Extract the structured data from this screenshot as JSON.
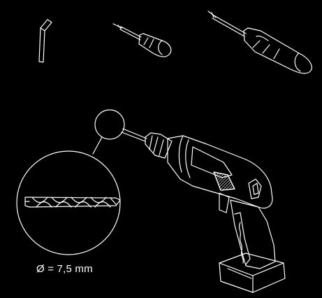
{
  "colors": {
    "background": "#000000",
    "line": "#ffffff",
    "hatch": "#ffffff"
  },
  "tools": [
    {
      "id": "allen-key",
      "icon": "allen-key-icon"
    },
    {
      "id": "small-phillips-screwdriver",
      "icon": "small-screwdriver-icon"
    },
    {
      "id": "large-phillips-screwdriver",
      "icon": "large-screwdriver-icon"
    },
    {
      "id": "cordless-drill",
      "icon": "drill-icon"
    },
    {
      "id": "drill-bit",
      "icon": "drill-bit-icon"
    }
  ],
  "drill_bit": {
    "size_label": "Ø = 7,5 mm"
  }
}
